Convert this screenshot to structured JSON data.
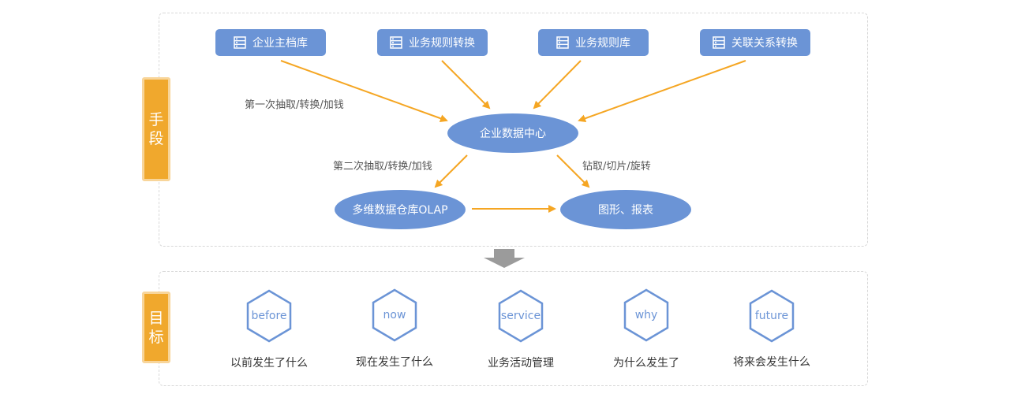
{
  "colors": {
    "accent_blue": "#6b94d6",
    "arrow_orange": "#f5a623",
    "tab_orange": "#f0a82d",
    "down_arrow_gray": "#9b9b9b"
  },
  "means_panel": {
    "tab_label": "手段",
    "sources": [
      {
        "label": "企业主档库",
        "icon": "database-icon"
      },
      {
        "label": "业务规则转换",
        "icon": "database-icon"
      },
      {
        "label": "业务规则库",
        "icon": "database-icon"
      },
      {
        "label": "关联关系转换",
        "icon": "database-icon"
      }
    ],
    "center_node": "企业数据中心",
    "olap_node": "多维数据仓库OLAP",
    "report_node": "图形、报表",
    "label_first_etl": "第一次抽取/转换/加钱",
    "label_second_etl": "第二次抽取/转换/加钱",
    "label_drill": "钻取/切片/旋转"
  },
  "goals_panel": {
    "tab_label": "目标",
    "goals": [
      {
        "badge": "before",
        "caption": "以前发生了什么"
      },
      {
        "badge": "now",
        "caption": "现在发生了什么"
      },
      {
        "badge": "service",
        "caption": "业务活动管理"
      },
      {
        "badge": "why",
        "caption": "为什么发生了"
      },
      {
        "badge": "future",
        "caption": "将来会发生什么"
      }
    ]
  }
}
